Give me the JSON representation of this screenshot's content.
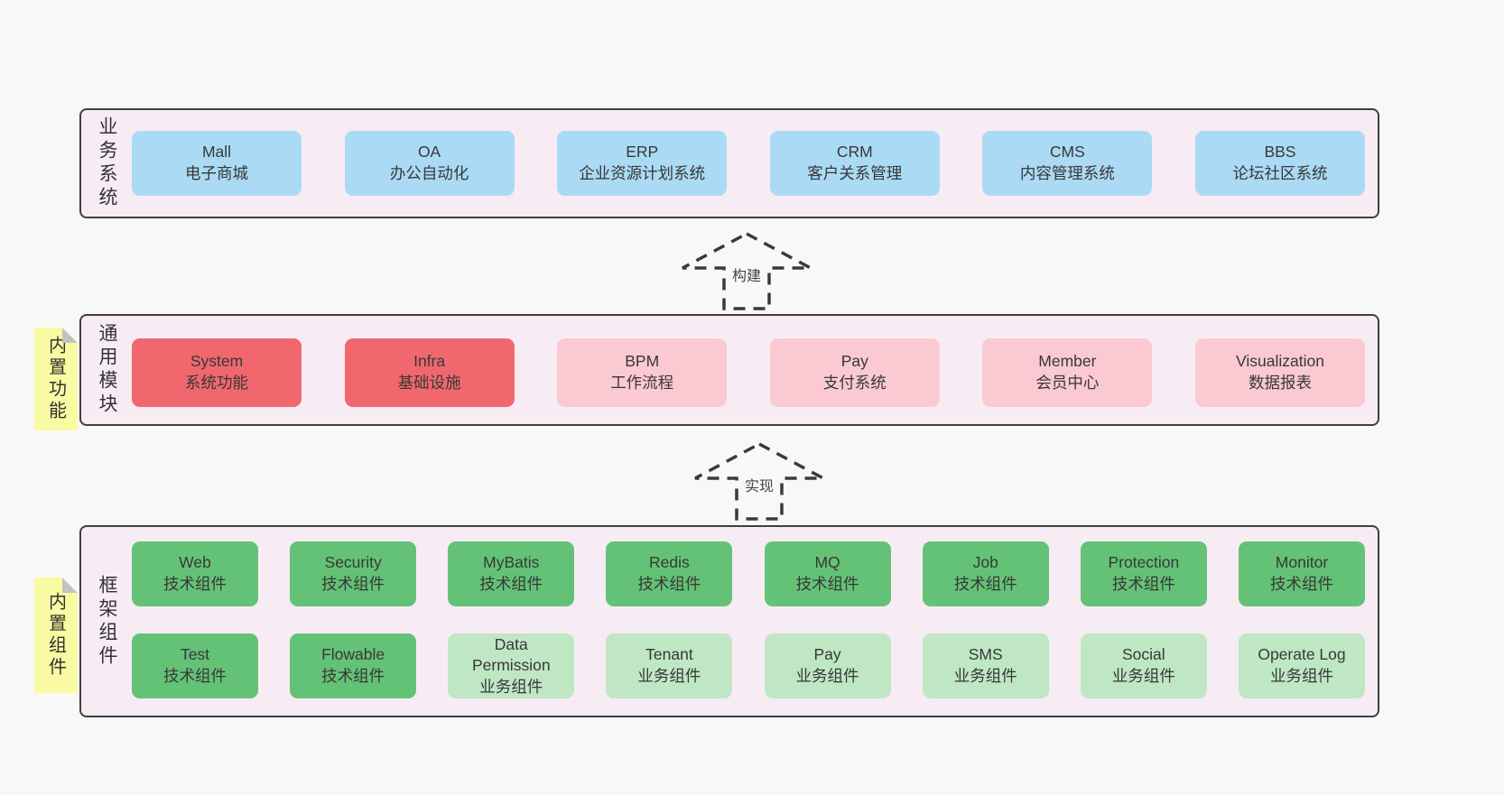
{
  "colors": {
    "page_bg": "#f8f8f8",
    "panel_bg": "#f7ecf4",
    "panel_border": "#3f3f3f",
    "blue_box": "#abdaf5",
    "red_box": "#f0686e",
    "pink_box": "#fbc9d2",
    "green_dark_box": "#64c277",
    "green_light_box": "#bfe7c4",
    "sticky_yellow": "#fafaa2",
    "sticky_fold_gray": "#c2c2c2"
  },
  "arrows": {
    "build": "构建",
    "implement": "实现"
  },
  "layer1": {
    "side_label": "业务系统",
    "boxes": [
      {
        "name": "Mall",
        "desc": "电子商城"
      },
      {
        "name": "OA",
        "desc": "办公自动化"
      },
      {
        "name": "ERP",
        "desc": "企业资源计划系统"
      },
      {
        "name": "CRM",
        "desc": "客户关系管理"
      },
      {
        "name": "CMS",
        "desc": "内容管理系统"
      },
      {
        "name": "BBS",
        "desc": "论坛社区系统"
      }
    ]
  },
  "layer2": {
    "side_label": "通用模块",
    "sticky_label": "内置功能",
    "boxes": [
      {
        "name": "System",
        "desc": "系统功能"
      },
      {
        "name": "Infra",
        "desc": "基础设施"
      },
      {
        "name": "BPM",
        "desc": "工作流程"
      },
      {
        "name": "Pay",
        "desc": "支付系统"
      },
      {
        "name": "Member",
        "desc": "会员中心"
      },
      {
        "name": "Visualization",
        "desc": "数据报表"
      }
    ]
  },
  "layer3": {
    "side_label": "框架组件",
    "sticky_label": "内置组件",
    "row1": [
      {
        "name": "Web",
        "desc": "技术组件"
      },
      {
        "name": "Security",
        "desc": "技术组件"
      },
      {
        "name": "MyBatis",
        "desc": "技术组件"
      },
      {
        "name": "Redis",
        "desc": "技术组件"
      },
      {
        "name": "MQ",
        "desc": "技术组件"
      },
      {
        "name": "Job",
        "desc": "技术组件"
      },
      {
        "name": "Protection",
        "desc": "技术组件"
      },
      {
        "name": "Monitor",
        "desc": "技术组件"
      }
    ],
    "row2": [
      {
        "name": "Test",
        "desc": "技术组件"
      },
      {
        "name": "Flowable",
        "desc": "技术组件"
      },
      {
        "name": "Data Permission",
        "desc": "业务组件"
      },
      {
        "name": "Tenant",
        "desc": "业务组件"
      },
      {
        "name": "Pay",
        "desc": "业务组件"
      },
      {
        "name": "SMS",
        "desc": "业务组件"
      },
      {
        "name": "Social",
        "desc": "业务组件"
      },
      {
        "name": "Operate Log",
        "desc": "业务组件"
      }
    ]
  }
}
